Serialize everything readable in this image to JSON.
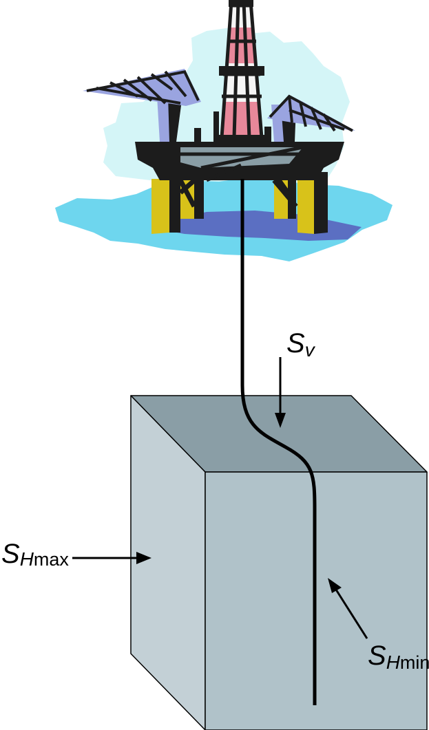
{
  "labels": {
    "sv": {
      "symbol": "S",
      "subscript": "v"
    },
    "shmax": {
      "symbol": "S",
      "subscript_italic": "H",
      "subscript_plain": "max"
    },
    "shmin": {
      "symbol": "S",
      "subscript_italic": "H",
      "subscript_plain": "min"
    }
  },
  "colors": {
    "sky": "#d4f5f7",
    "sea": "#6ed6ee",
    "sea_shadow": "#5b6fc2",
    "rig_dark": "#1c1c1c",
    "rig_yellow": "#d8c21a",
    "rig_pink": "#e8889a",
    "rig_blue": "#9aa4e0",
    "block_top": "#8a9ea6",
    "block_left": "#c3d0d6",
    "block_front": "#b0c2c9",
    "outline": "#000000"
  }
}
